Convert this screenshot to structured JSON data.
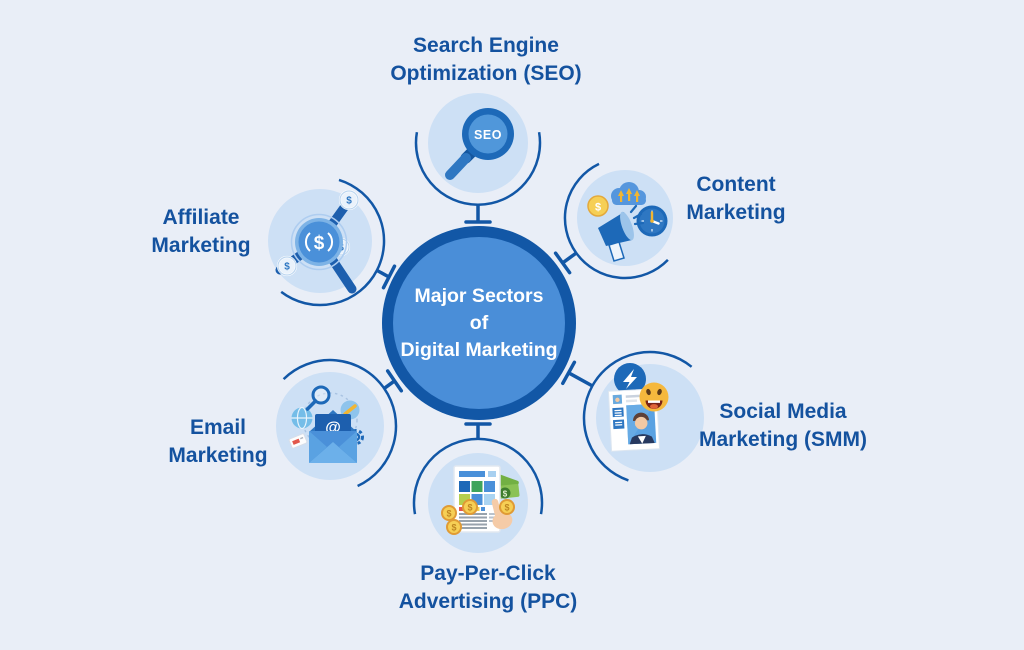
{
  "diagram": {
    "center": {
      "lines": [
        "Major Sectors",
        "of",
        "Digital Marketing"
      ]
    },
    "nodes": [
      {
        "id": "seo",
        "label_lines": [
          "Search Engine",
          "Optimization (SEO)"
        ],
        "icon": "seo-magnifier-icon",
        "icon_text": "SEO"
      },
      {
        "id": "content-marketing",
        "label_lines": [
          "Content",
          "Marketing"
        ],
        "icon": "megaphone-cloud-clock-icon"
      },
      {
        "id": "social-media-marketing",
        "label_lines": [
          "Social Media",
          "Marketing (SMM)"
        ],
        "icon": "profile-card-emoji-icon"
      },
      {
        "id": "ppc-advertising",
        "label_lines": [
          "Pay-Per-Click",
          "Advertising (PPC)"
        ],
        "icon": "webpage-click-coins-icon"
      },
      {
        "id": "email-marketing",
        "label_lines": [
          "Email",
          "Marketing"
        ],
        "icon": "envelope-at-icon"
      },
      {
        "id": "affiliate-marketing",
        "label_lines": [
          "Affiliate",
          "Marketing"
        ],
        "icon": "dollar-network-icon"
      }
    ],
    "glyphs": {
      "dollar": "$",
      "at": "@"
    },
    "colors": {
      "background": "#e9eef7",
      "node_fill": "#cde0f5",
      "connector": "#1257a6",
      "center_ring": "#1257a6",
      "center_fill": "#4a8ed8",
      "label_text": "#14529f",
      "center_text": "#ffffff",
      "coin_gold": "#f6cf55",
      "icon_blue_dark": "#1d69b8",
      "icon_blue_mid": "#4a90d9"
    }
  }
}
